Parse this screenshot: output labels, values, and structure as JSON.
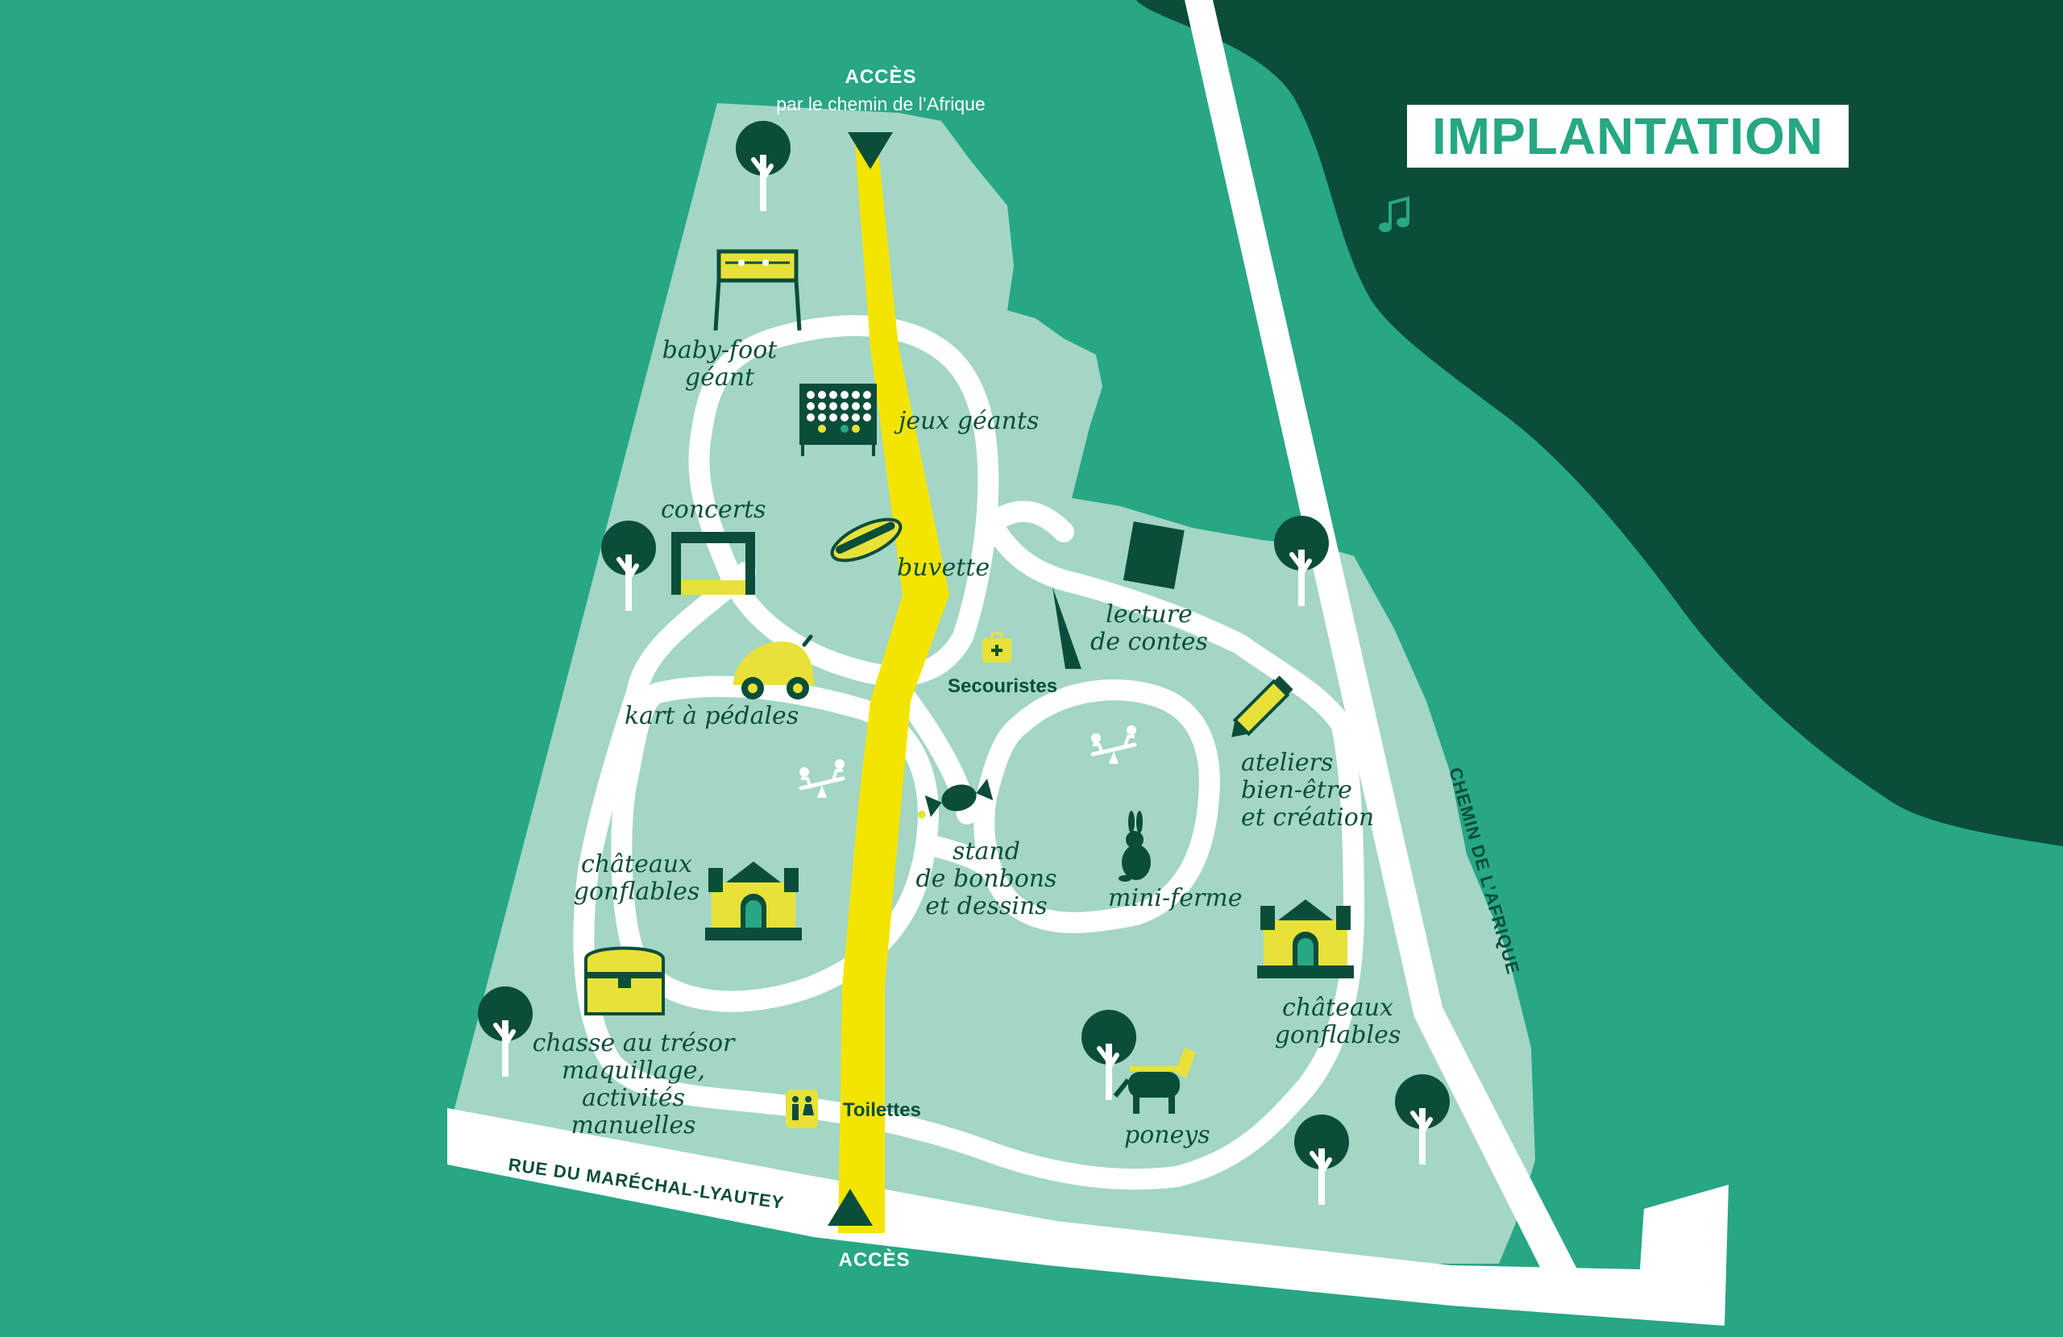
{
  "title": "IMPLANTATION",
  "access_top": {
    "label": "ACCÈS",
    "sub": "par le chemin de l’Afrique"
  },
  "access_bottom": {
    "label": "ACCÈS"
  },
  "streets": {
    "bottom": "RUE DU MARÉCHAL-LYAUTEY",
    "right": "CHEMIN DE L’AFRIQUE"
  },
  "labels": {
    "baby_foot": [
      "baby-foot",
      "géant"
    ],
    "jeux_geants": "jeux géants",
    "concerts": "concerts",
    "buvette": "buvette",
    "secouristes": "Secouristes",
    "lecture": [
      "lecture",
      "de contes"
    ],
    "kart": "kart à pédales",
    "ateliers": [
      "ateliers",
      "bien-être",
      "et création"
    ],
    "stand": [
      "stand",
      "de bonbons",
      "et dessins"
    ],
    "chateaux_left": [
      "châteaux",
      "gonflables"
    ],
    "mini_ferme": "mini-ferme",
    "chateaux_right": [
      "châteaux",
      "gonflables"
    ],
    "chasse": [
      "chasse au trésor",
      "maquillage,",
      "activités",
      "manuelles"
    ],
    "toilettes": "Toilettes",
    "poneys": "poneys"
  },
  "colors": {
    "background": "#27a784",
    "dark_green": "#0b4d3a",
    "park": "#a3d6c5",
    "path": "#ffffff",
    "yellow_route": "#f4e500",
    "icon_yellow": "#e8e13a",
    "ink": "#0c4d3b"
  },
  "icons": [
    "music-notes-icon",
    "tree-icon",
    "baby-foot-icon",
    "connect-four-icon",
    "stage-icon",
    "hotdog-icon",
    "first-aid-icon",
    "book-icon",
    "kart-icon",
    "seesaw-icon",
    "pencil-icon",
    "candy-icon",
    "rabbit-icon",
    "bouncy-castle-icon",
    "treasure-chest-icon",
    "toilets-icon",
    "pony-icon",
    "access-marker-icon"
  ]
}
